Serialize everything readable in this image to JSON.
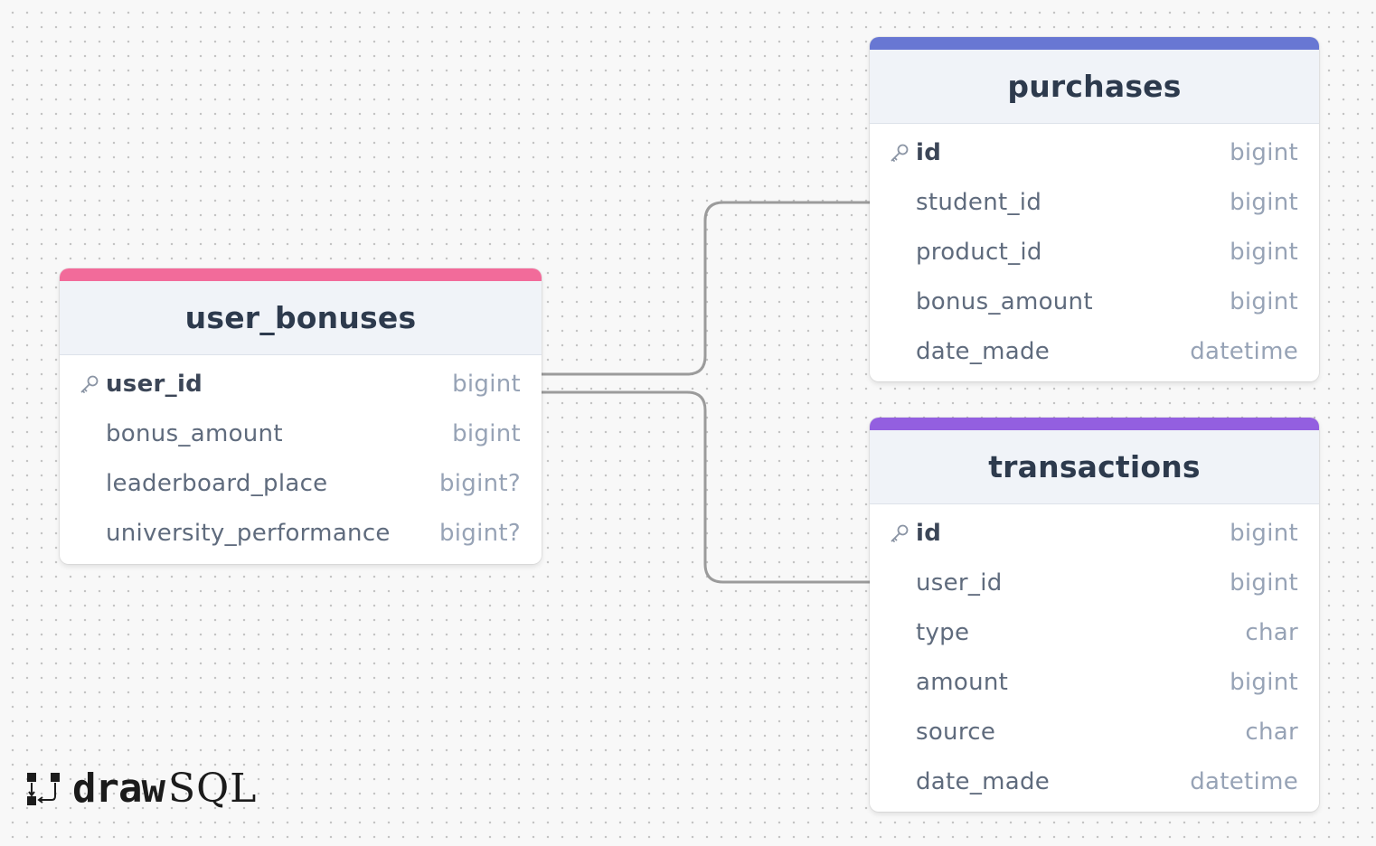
{
  "diagram": {
    "tables": [
      {
        "name": "user_bonuses",
        "color": "#f26b9a",
        "columns": [
          {
            "name": "user_id",
            "type": "bigint",
            "primary": true
          },
          {
            "name": "bonus_amount",
            "type": "bigint",
            "primary": false
          },
          {
            "name": "leaderboard_place",
            "type": "bigint?",
            "primary": false
          },
          {
            "name": "university_performance",
            "type": "bigint?",
            "primary": false
          }
        ]
      },
      {
        "name": "purchases",
        "color": "#6877d3",
        "columns": [
          {
            "name": "id",
            "type": "bigint",
            "primary": true
          },
          {
            "name": "student_id",
            "type": "bigint",
            "primary": false
          },
          {
            "name": "product_id",
            "type": "bigint",
            "primary": false
          },
          {
            "name": "bonus_amount",
            "type": "bigint",
            "primary": false
          },
          {
            "name": "date_made",
            "type": "datetime",
            "primary": false
          }
        ]
      },
      {
        "name": "transactions",
        "color": "#935fe0",
        "columns": [
          {
            "name": "id",
            "type": "bigint",
            "primary": true
          },
          {
            "name": "user_id",
            "type": "bigint",
            "primary": false
          },
          {
            "name": "type",
            "type": "char",
            "primary": false
          },
          {
            "name": "amount",
            "type": "bigint",
            "primary": false
          },
          {
            "name": "source",
            "type": "char",
            "primary": false
          },
          {
            "name": "date_made",
            "type": "datetime",
            "primary": false
          }
        ]
      }
    ],
    "relationships": [
      {
        "from_table": "user_bonuses",
        "from_column": "user_id",
        "to_table": "purchases",
        "to_column": "student_id"
      },
      {
        "from_table": "user_bonuses",
        "from_column": "user_id",
        "to_table": "transactions",
        "to_column": "user_id"
      }
    ]
  },
  "branding": {
    "logo_bold": "draw",
    "logo_light": "SQL"
  }
}
